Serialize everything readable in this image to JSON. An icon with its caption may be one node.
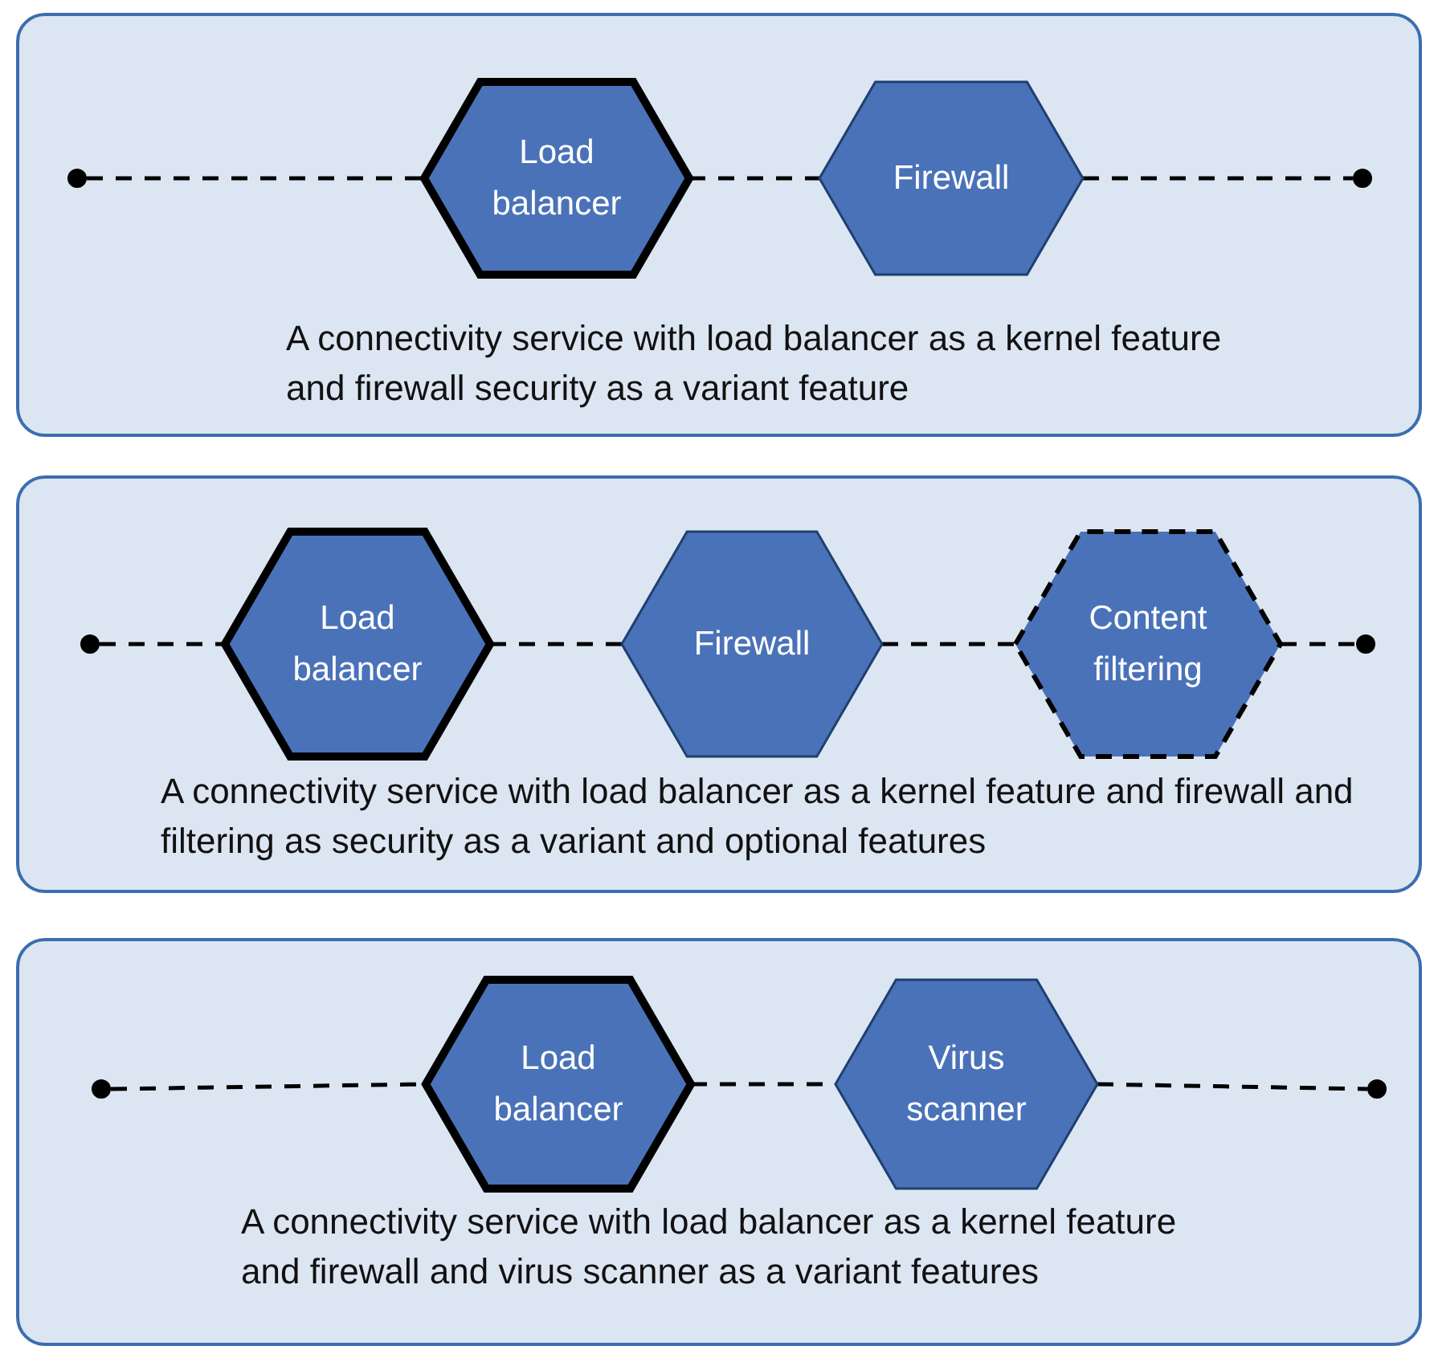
{
  "diagram": {
    "nodes": [
      {
        "text": [
          "A connectivity service with load balancer as a kernel feature and firewall security as a variant feature"
        ]
      },
      {
        "text": [],
        "shape": "circle",
        "in": 0
      },
      {
        "text": [
          "Load balancer"
        ],
        "in": 0
      },
      {
        "text": [
          "Firewall"
        ],
        "in": 0
      },
      {
        "text": [],
        "shape": "circle",
        "in": 0
      },
      {
        "text": [
          "A connectivity service with load balancer as a kernel feature and firewall and filtering as security as a variant and optional features"
        ]
      },
      {
        "text": [],
        "shape": "circle",
        "in": 5
      },
      {
        "text": [
          "Load balancer"
        ],
        "in": 5
      },
      {
        "text": [
          "Firewall"
        ],
        "in": 5
      },
      {
        "text": [
          "Content filtering"
        ],
        "in": 5
      },
      {
        "text": [],
        "shape": "circle",
        "in": 5
      },
      {
        "text": [
          "A connectivity service with load balancer as a kernel feature and firewall and virus scanner as a variant features"
        ]
      },
      {
        "text": [],
        "shape": "circle",
        "in": 11
      },
      {
        "text": [
          "Load balancer"
        ],
        "in": 11
      },
      {
        "text": [
          "Virus scanner"
        ],
        "in": 11
      },
      {
        "text": [],
        "shape": "circle",
        "in": 11
      }
    ],
    "edges": [
      {
        "from": 1,
        "to": 2,
        "arrow": "none",
        "style": "dashed"
      },
      {
        "from": 2,
        "to": 3,
        "arrow": "none",
        "style": "dashed"
      },
      {
        "from": 3,
        "to": 4,
        "arrow": "none",
        "style": "dashed"
      },
      {
        "from": 6,
        "to": 7,
        "arrow": "none",
        "style": "dashed"
      },
      {
        "from": 7,
        "to": 8,
        "arrow": "none",
        "style": "dashed"
      },
      {
        "from": 8,
        "to": 9,
        "arrow": "none",
        "style": "dashed"
      },
      {
        "from": 9,
        "to": 10,
        "arrow": "none",
        "style": "dashed"
      },
      {
        "from": 12,
        "to": 13,
        "arrow": "none",
        "style": "dashed"
      },
      {
        "from": 13,
        "to": 14,
        "arrow": "none",
        "style": "dashed"
      },
      {
        "from": 14,
        "to": 15,
        "arrow": "none",
        "style": "dashed"
      }
    ]
  }
}
